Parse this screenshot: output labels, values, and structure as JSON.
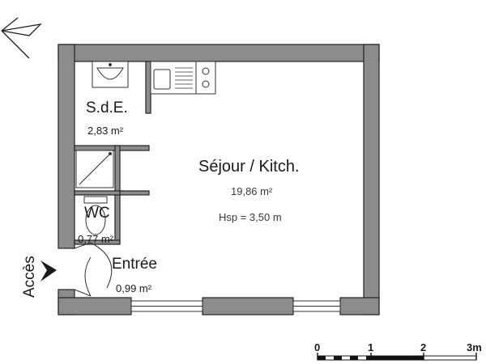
{
  "compass": {
    "icon": "north-arrow-icon"
  },
  "access": {
    "label": "Accès",
    "icon": "entry-arrow-icon"
  },
  "rooms": {
    "sde": {
      "name": "S.d.E.",
      "area": "2,83 m²"
    },
    "sejour": {
      "name": "Séjour / Kitch.",
      "area": "19,86 m²",
      "height": "Hsp = 3,50 m"
    },
    "wc": {
      "name": "WC",
      "area": "0,77 m²"
    },
    "entree": {
      "name": "Entrée",
      "area": "0,99 m²"
    }
  },
  "scale_bar": {
    "labels": [
      "0",
      "1",
      "2",
      "3m"
    ]
  },
  "colors": {
    "wall": "#8c8c8c",
    "outline": "#222222"
  }
}
